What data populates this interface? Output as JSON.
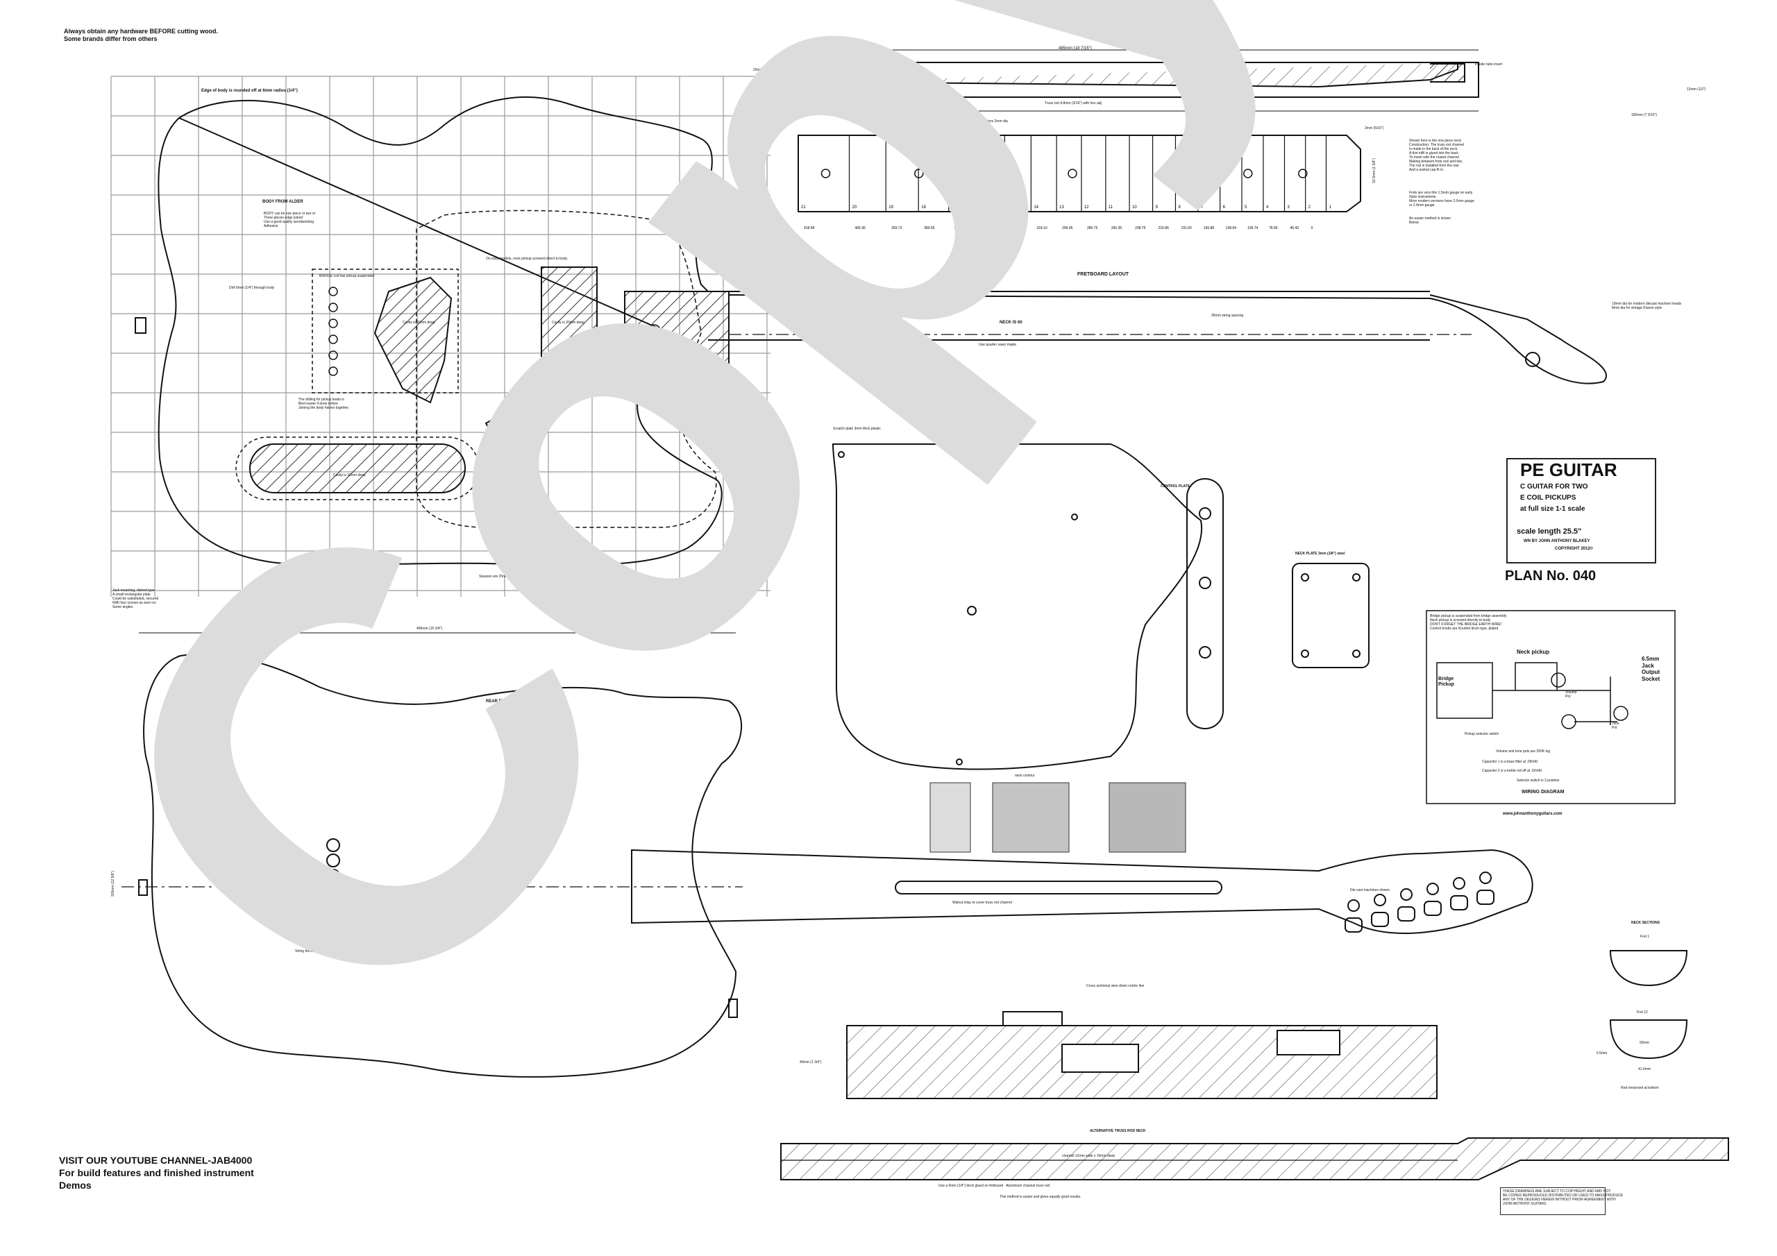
{
  "notes": {
    "hardware": "Always obtain any hardware BEFORE cutting wood.\nSome brands differ from others",
    "youtube": "VISIT OUR YOUTUBE CHANNEL-JAB4000\nFor build features and finished instrument\nDemos"
  },
  "body": {
    "edge_note": "Edge of body is rounded off at 6mm radius (1/4\")",
    "from_alder": "BODY FROM ALDER",
    "from_alder_note": "BODY can be one piece or two or\nThree pieces edge joined\nUse a good quality woodworking\nAdhesive",
    "bridge_note": "BRIDGE coil has pickup suspended",
    "drill_note": "Drill 6mm (1/4\") through body",
    "cavity_1": "Cavity is 20mm deep",
    "cavity_2": "Cavity is 20mm deep",
    "cavity_3": "Cavity is 32mm deep",
    "early_models": "On early models, neck pickup screwed direct to body.",
    "drilling_note": "The drilling for pickup leads is\nBest easier if done before\nJoining the body halves together.",
    "front_elevation": "FRONT ELEVATION",
    "squares": "Squares are 25mm x 25mm",
    "strap_button": "Strap button",
    "jack_note": "Jack mounting, dished type\nA small rectangular plate\nCould be substituted, secured\nWith four screws as seen on\nSome angles.",
    "neck_pocket": "Neck pocket",
    "rear_elevation": "REAR ELEVATION",
    "rear_width": "406mm (15 3/4\")",
    "rear_height": "320mm (12 5/8\")",
    "string_ferrules": "String ferrules",
    "ferrule_drill": "Drill 8mm (5/8\") dia x 3mm (1/8\") deep"
  },
  "neck": {
    "length": "485mm (18 7/16\")",
    "depth": "25mm (1\")",
    "walnut": "Walnut infill",
    "truss_rod": "Truss rod 4.8mm (3/16\") with hex adj.",
    "plastic_tube": "Plastic tube insert",
    "headstock_thickness": "12mm (1/2\")",
    "headstock_length": "182mm (7 3/16\")",
    "side_dots": "Side dot indicators 2mm dia",
    "fret_dots": "6mm dots, black",
    "nut_width": "2mm (5/16\")",
    "fretboard_radius": "Fretboard Radius 7.25\" or 184mm",
    "width_label": "51.5mm (1 5/8\")",
    "fretboard_layout": "FRETBOARD LAYOUT",
    "construction_note": "Shown here is the one piece neck\nConstruction. The truss rod channel\nIs made in the back of the neck.\nA thin infill is glued into the back\nTo mesh with the routed channel\nMaking between frets one and two.\nThe rod is installed from the rear\nAnd a walnut cap fit in.",
    "frets_note": "Frets are very thin 1.5mm gauge on early\nStyle instruments.\nMore modern versions have 2.0mm gauge\nor 2.4mm gauge.",
    "easier_method": "An easier method is shown\nBelow.",
    "neck_is": "NECK IS 60",
    "use_quality": "Use quarter sawn maple",
    "string_spacing": "35mm string spacing",
    "tuner_hole": "10mm dia for modern diecast machine heads\n8mm dia for vintage Kluson style",
    "walnut_inlay": "Walnut inlay to cover truss rod channel",
    "diecast_shown": "Die cast machines shown.",
    "neck_sections": "NECK SECTIONS",
    "fret_1": "Fret 1",
    "fret_12": "Fret 12",
    "width_2": "41.6mm",
    "nut_dim": "50mm",
    "depth_dim": "6.5mm",
    "rod_note": "Rod tensioned at bottom",
    "neck_plate": "NECK PLATE 3mm (1/8\") steel",
    "cross_section": "Cross sectional view down centre line",
    "section_height": "40mm (1 3/4\")",
    "alt_truss": "ALTERNATIVE TRUSS ROD NECK",
    "channel": "channel 12mm wide x 10mm deep",
    "alt_method": "Use a 6mm (1/4\") birch glued on fretboard   Aluminium channel truss rod",
    "alt_note": "This method is easier and gives equally good results.",
    "neck_contour": "neck contour"
  },
  "fret_numbers": [
    "21",
    "20",
    "19",
    "18",
    "17",
    "16",
    "15",
    "14",
    "13",
    "12",
    "11",
    "10",
    "9",
    "8",
    "7",
    "6",
    "5",
    "4",
    "3",
    "2",
    "1"
  ],
  "fret_positions": [
    "418.58",
    "406.36",
    "393.73",
    "380.55",
    "366.94",
    "351.47",
    "335.27",
    "318.10",
    "299.96",
    "280.75",
    "260.35",
    "238.75",
    "215.86",
    "191.60",
    "165.88",
    "138.64",
    "109.74",
    "78.99",
    "46.43",
    "0"
  ],
  "pickguard": {
    "note": "Scratch plate 3mm thick plastic",
    "control": "CONTROL PLATE"
  },
  "title_block": {
    "title": "PE GUITAR",
    "line1": "C GUITAR FOR TWO",
    "line2": "E COIL PICKUPS",
    "line3": "at full size 1-1 scale",
    "scale": "scale length 25.5\"",
    "drawn": "WN BY JOHN ANTHONY BLAKEY",
    "copyright": "COPYRIGHT 2012©",
    "plan": "PLAN No. 040"
  },
  "wiring": {
    "intro": "Bridge pickup is suspended from bridge assembly\nNeck pickup is screwed directly to body\nDON'T FORGET THE BRIDGE EARTH WIRE!\nControl knobs are Knurled drum type, plated.",
    "neck_pickup": "Neck pickup",
    "bridge_pickup": "Bridge\nPickup",
    "jack": "6.5mm\nJack\nOutput\nSocket",
    "volume": "Volume\nPot",
    "tone": "Tone\nPot",
    "selector": "Pickup selector switch",
    "pots": "Volume and tone pots are 250K log",
    "cap1": "Capacitor 1 is a bass filter at .05mfd",
    "cap2": "Capacitor 2 is a treble roll off at .02mfd",
    "selector_note": "Selector switch is 3 position",
    "label": "WIRING DIAGRAM",
    "website": "www.johnanthonyguitars.com"
  },
  "copyright_notice": "THESE DRAWINGS ARE SUBJECT TO COPYRIGHT AND MAY NOT\nBE COPIED REPRODUCED DISTRIBUTED OR USED TO MASS PRODUCE\nANY OF THE DESIGNS HEREIN WITHOUT PRIOR AGREEMENT WITH\nJOHN ANTHONY GUITARS.",
  "watermark": "Copy",
  "colors": {
    "ink": "#111111",
    "watermark": "#dcdcdc",
    "paper": "#ffffff",
    "grid": "#9a9a9a"
  }
}
